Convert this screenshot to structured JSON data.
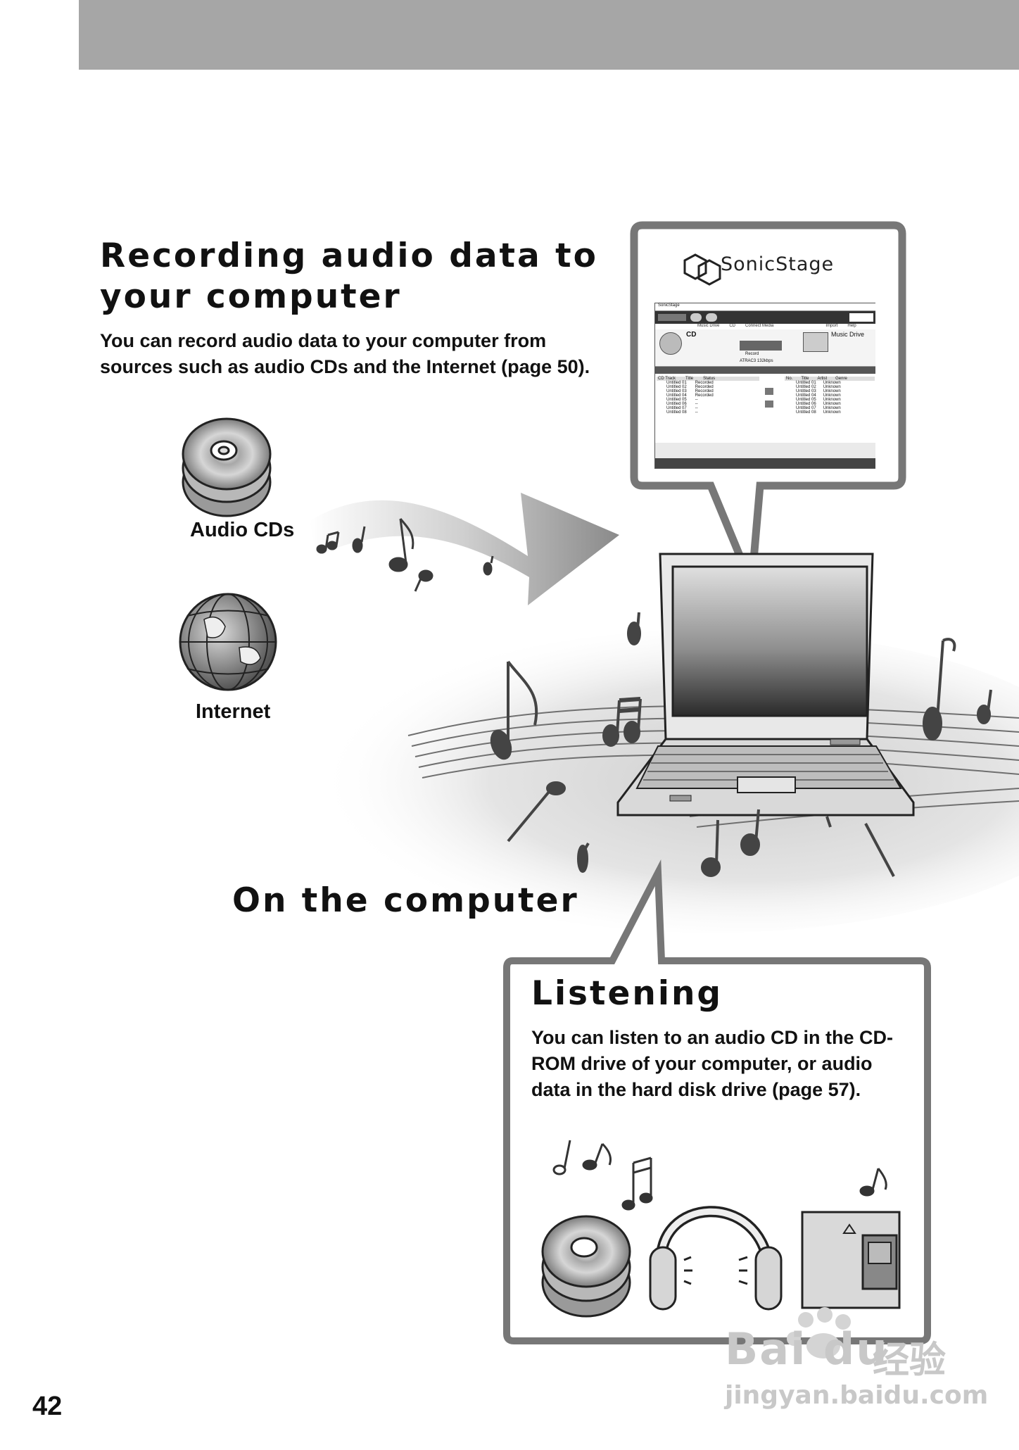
{
  "page": {
    "number": "42",
    "main_heading": "On the computer"
  },
  "recording": {
    "title_line1": "Recording audio data to",
    "title_line2": "your computer",
    "body_line1": "You can record audio data to your computer from",
    "body_line2": "sources such as audio CDs and the Internet (page 50).",
    "audio_cds_label": "Audio CDs",
    "internet_label": "Internet"
  },
  "screen": {
    "logo_text": "SonicStage",
    "app_title": "SonicStage",
    "cd_label": "CD",
    "music_drive_label": "Music Drive",
    "toolbar_items": [
      "Music Drive",
      "CD",
      "Connect Media",
      "Import",
      "Help"
    ],
    "left_columns": [
      "CD Track",
      "Title",
      "Status"
    ],
    "right_columns": [
      "No.",
      "Title",
      "Artist",
      "Genre"
    ],
    "track_titles": [
      "Untitled 01",
      "Untitled 02",
      "Untitled 03",
      "Untitled 04",
      "Untitled 05",
      "Untitled 06",
      "Untitled 07",
      "Untitled 08"
    ],
    "statuses": [
      "Recorded",
      "Recorded",
      "Recorded",
      "Recorded",
      "--",
      "--",
      "--",
      "--"
    ],
    "artists": [
      "Unknown",
      "Unknown",
      "Unknown",
      "Unknown",
      "Unknown",
      "Unknown",
      "Unknown",
      "Unknown"
    ],
    "record_button": "Record",
    "format_value": "ATRAC3 132kbps"
  },
  "listening": {
    "title": "Listening",
    "body_line1": "You can listen to an audio CD in the CD-",
    "body_line2": "ROM drive of your computer, or audio",
    "body_line3": "data in the hard disk drive (page 57)."
  },
  "watermark": {
    "brand": "Bai du",
    "chinese": "经验",
    "url": "jingyan.baidu.com"
  },
  "colors": {
    "header_bar": "#a6a6a6",
    "text": "#111111",
    "frame": "#777777",
    "watermark": "#c8c8c8"
  }
}
